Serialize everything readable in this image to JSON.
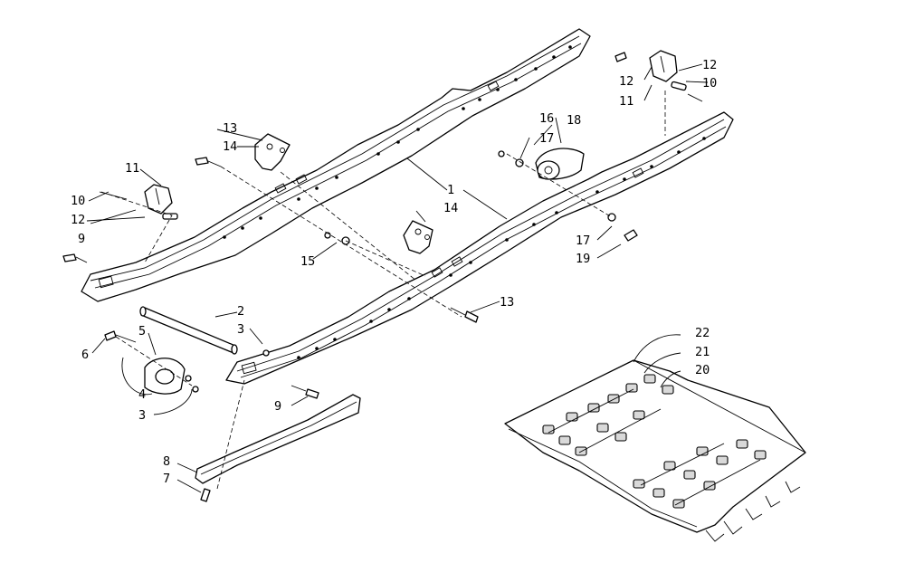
{
  "callouts": {
    "c1": "1",
    "c2": "2",
    "c3a": "3",
    "c3b": "3",
    "c4": "4",
    "c5": "5",
    "c6": "6",
    "c7": "7",
    "c8": "8",
    "c9a": "9",
    "c9b": "9",
    "c10a": "10",
    "c10b": "10",
    "c11a": "11",
    "c11b": "11",
    "c12a": "12",
    "c12b": "12",
    "c12c": "12",
    "c13a": "13",
    "c13b": "13",
    "c14a": "14",
    "c14b": "14",
    "c15": "15",
    "c16": "16",
    "c17a": "17",
    "c17b": "17",
    "c18": "18",
    "c19": "19",
    "c20": "20",
    "c21": "21",
    "c22": "22"
  }
}
